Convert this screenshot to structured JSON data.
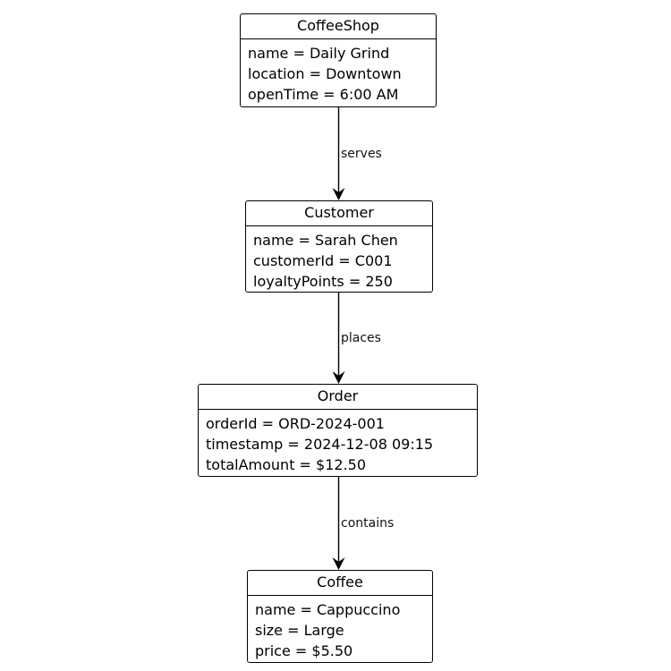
{
  "diagram": {
    "type": "object-diagram",
    "colors": {
      "background": "#ffffff",
      "node_fill": "#ffffff",
      "stroke": "#000000",
      "text": "#000000"
    },
    "nodes": [
      {
        "title": "CoffeeShop",
        "attributes": [
          "name = Daily Grind",
          "location = Downtown",
          "openTime = 6:00 AM"
        ]
      },
      {
        "title": "Customer",
        "attributes": [
          "name = Sarah Chen",
          "customerId = C001",
          "loyaltyPoints = 250"
        ]
      },
      {
        "title": "Order",
        "attributes": [
          "orderId = ORD-2024-001",
          "timestamp = 2024-12-08 09:15",
          "totalAmount = $12.50"
        ]
      },
      {
        "title": "Coffee",
        "attributes": [
          "name = Cappuccino",
          "size = Large",
          "price = $5.50"
        ]
      }
    ],
    "edges": [
      {
        "from": "CoffeeShop",
        "to": "Customer",
        "label": "serves"
      },
      {
        "from": "Customer",
        "to": "Order",
        "label": "places"
      },
      {
        "from": "Order",
        "to": "Coffee",
        "label": "contains"
      }
    ]
  }
}
